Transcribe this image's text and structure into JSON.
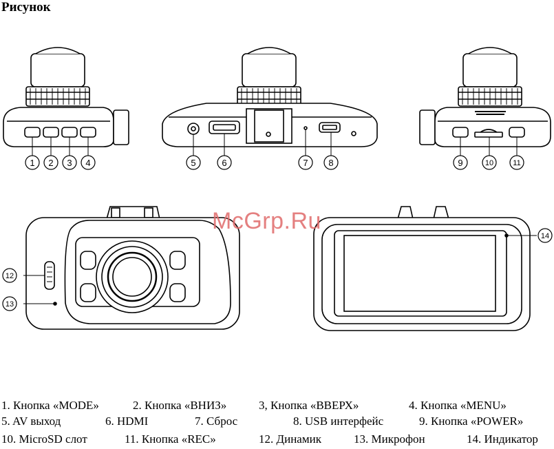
{
  "title": "Рисунок",
  "watermark": "McGrp.Ru",
  "callouts": [
    "1",
    "2",
    "3",
    "4",
    "5",
    "6",
    "7",
    "8",
    "9",
    "10",
    "11",
    "12",
    "13",
    "14"
  ],
  "legend": [
    [
      "1. Кнопка «MODE»",
      "2. Кнопка «ВНИЗ»",
      "3, Кнопка «ВВЕРХ»",
      "4. Кнопка «MENU»"
    ],
    [
      "5.  AV выход",
      "6. HDMI",
      "7. Сброс",
      "8. USB интерфейс",
      "9. Кнопка «POWER»"
    ],
    [
      "10. MicroSD слот",
      "11. Кнопка «REC»",
      "12. Динамик",
      "13. Микрофон",
      "14. Индикатор"
    ]
  ]
}
